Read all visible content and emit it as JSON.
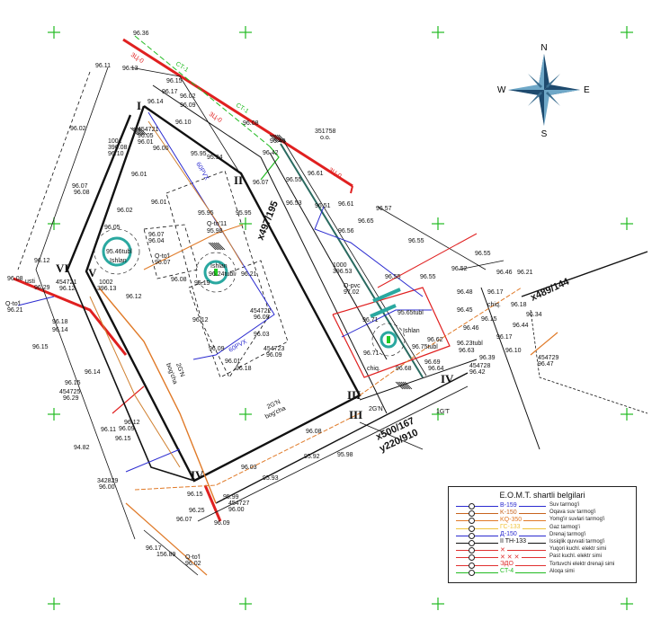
{
  "compass": {
    "n": "N",
    "s": "S",
    "e": "E",
    "w": "W"
  },
  "points": [
    "I",
    "II",
    "III",
    "III",
    "IV",
    "IV",
    "V",
    "VI"
  ],
  "roads": [
    "x497/195",
    "x489/144",
    "x500/167",
    "y220/910"
  ],
  "line_codes": [
    "3Ц-0",
    "3Ц-0",
    "3Ц-0",
    "CT-1",
    "CT-1",
    "60PVX",
    "60PVX"
  ],
  "labels": [
    "96.36",
    "96.11",
    "96.13",
    "96.15",
    "96.17",
    "96.14",
    "96.09",
    "96.02",
    "96.10",
    "96.08",
    "96.42",
    "96.49",
    "96.61",
    "96.55",
    "96.53",
    "96.51",
    "96.61",
    "96.07",
    "95.95",
    "95.94",
    "95.95",
    "95.95",
    "Q-to'11",
    "95.98",
    "454721",
    "96.05",
    "96.01",
    "96.00",
    "1001",
    "396.08",
    "96.10",
    "96.02",
    "96.07",
    "96.08",
    "96.01",
    "96.01",
    "96.02",
    "96.05",
    "96.07",
    "96.04",
    "351758",
    "o.o.",
    "96.57",
    "96.65",
    "96.56",
    "96.55",
    "96.55",
    "96.52",
    "1000",
    "396.53",
    "96.55",
    "96.55",
    "Q-pvc",
    "97.02",
    "96.46",
    "96.21",
    "96.48",
    "96.17",
    "chiq.",
    "96.18",
    "95.65tubl",
    "96.71",
    "Ishlan",
    "96.62",
    "96.23tubl",
    "96.63",
    "96.75tubl",
    "96.71",
    "chiq.",
    "96.68",
    "96.69",
    "96.45",
    "96.15",
    "96.46",
    "96.17",
    "96.39",
    "454728",
    "96.42",
    "96.10",
    "96.34",
    "96.44",
    "454729",
    "96.47",
    "96.64",
    "2G'N",
    "1G'T",
    "95.92",
    "95.98",
    "96.08",
    "95.46tubl",
    "Ishlan",
    "96.12",
    "96.08",
    "usti",
    "96.29",
    "454721",
    "96.12",
    "1002",
    "396.13",
    "Q-to'l",
    "96.21",
    "96.18",
    "96.14",
    "96.15",
    "96.14",
    "96.15",
    "454725",
    "96.29",
    "96.12",
    "96.19",
    "96.24tubl",
    "Ishlan",
    "96.21",
    "96.12",
    "454722",
    "96.09",
    "96.03",
    "96.09",
    "454723",
    "96.09",
    "96.01",
    "96.18",
    "94.82",
    "96.11",
    "96.15",
    "96.12",
    "96.09",
    "342829",
    "96.00",
    "96.15",
    "96.03",
    "95.93",
    "95.99",
    "454727",
    "96.00",
    "96.07",
    "96.09",
    "96.25",
    "96.17",
    "156.89",
    "Q-to'l",
    "96.02",
    "Q-to'l",
    "96.07",
    "96.08"
  ],
  "zones": [
    {
      "type": "2G'N",
      "name": "bog'cha"
    },
    {
      "type": "2G'N",
      "name": "bog'cha"
    }
  ],
  "legend": {
    "title": "E.O.M.T. shartli belgilari",
    "items": [
      {
        "code": "B-159",
        "name": "Suv tarmog'i",
        "color": "#2b2bd0"
      },
      {
        "code": "K-150",
        "name": "Oqava suv tarmog'i",
        "color": "#c8641e"
      },
      {
        "code": "KQ-350",
        "name": "Yomg'ir suvlari tarmog'i",
        "color": "#e07a28"
      },
      {
        "code": "ГС-133",
        "name": "Gaz tarmog'i",
        "color": "#f0c43c"
      },
      {
        "code": "Д-150",
        "name": "Drenaj tarmog'i",
        "color": "#2b2bd0"
      },
      {
        "code": "II TH-133",
        "name": "Issiqlik quvvati tarmog'i",
        "color": "#111111"
      },
      {
        "code": "✕",
        "name": "Yuqori kuchl. elektr simi",
        "color": "#e03030"
      },
      {
        "code": "✕   ✕   ✕",
        "name": "Past kuchl. elektr simi",
        "color": "#e03030"
      },
      {
        "code": "ЭДО",
        "name": "Tortuvchi elektr drenaji simi",
        "color": "#e03030"
      },
      {
        "code": "CT-4",
        "name": "Aloqa simi",
        "color": "#22bb22"
      }
    ]
  },
  "colors": {
    "grid_cross": "#22bb22",
    "power": "#e02020",
    "comm": "#22bb22",
    "water": "#2b2bd0",
    "sewer": "#d08030",
    "well": "#2aa8a0"
  }
}
